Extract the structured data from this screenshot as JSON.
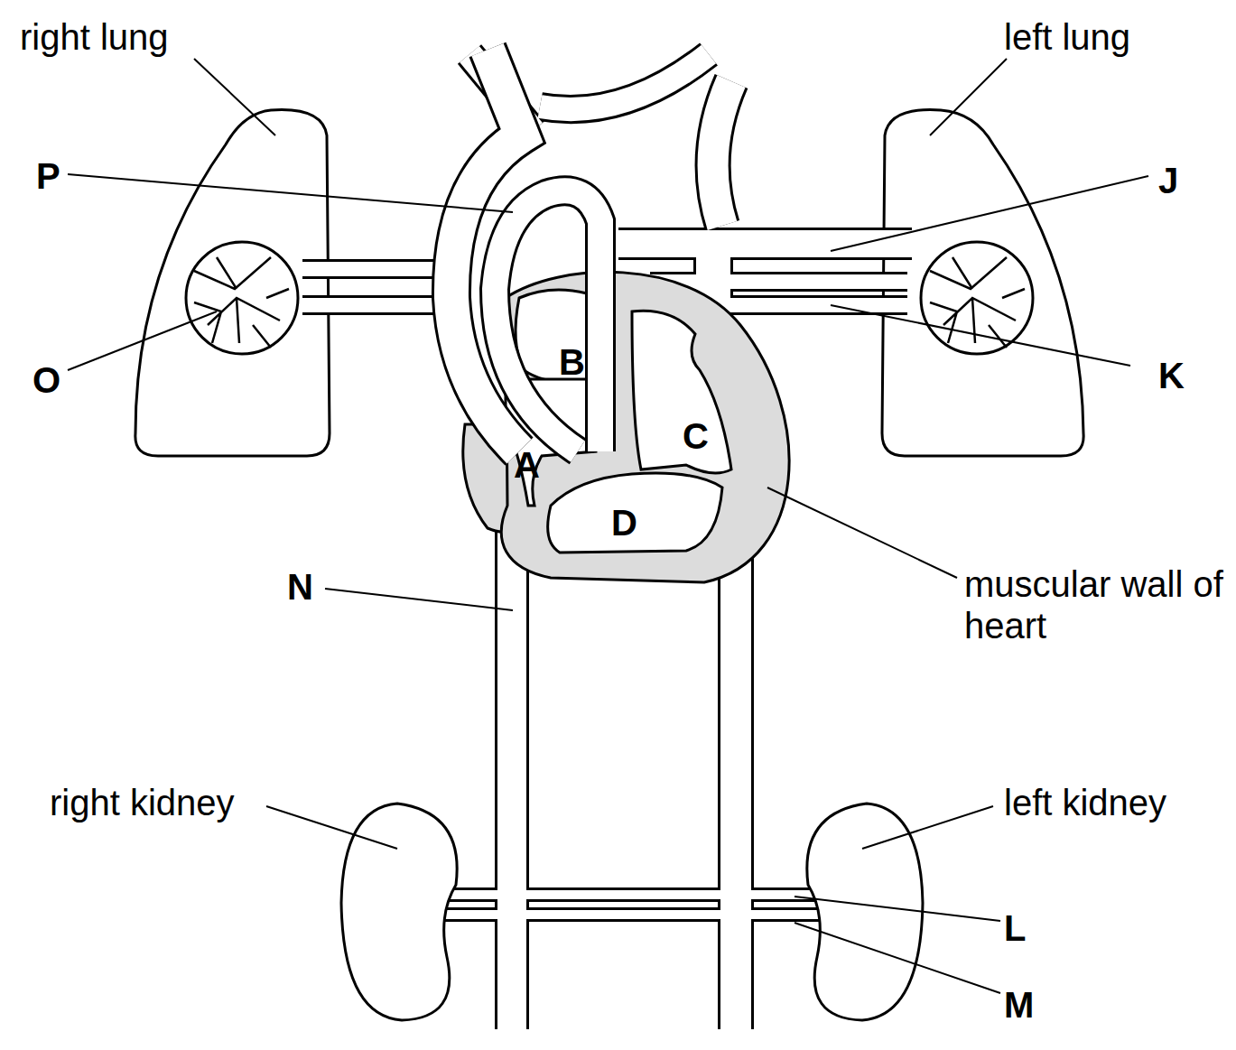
{
  "diagram": {
    "labels": [
      "right lung",
      "left lung",
      "P",
      "J",
      "O",
      "B",
      "K",
      "C",
      "A",
      "D",
      "N",
      "muscular wall of heart",
      "right kidney",
      "left kidney",
      "L",
      "M"
    ]
  }
}
